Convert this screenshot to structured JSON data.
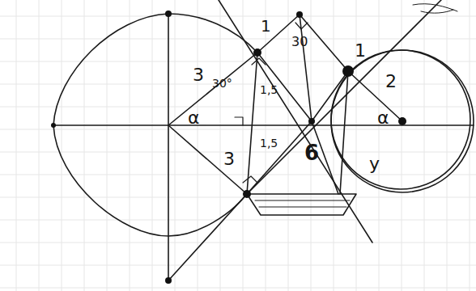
{
  "diagram": {
    "labels": [
      "1",
      "30",
      "3",
      "30°",
      "α",
      "1,5",
      "1,5",
      "3",
      "6",
      "1",
      "2",
      "α",
      "y"
    ]
  }
}
